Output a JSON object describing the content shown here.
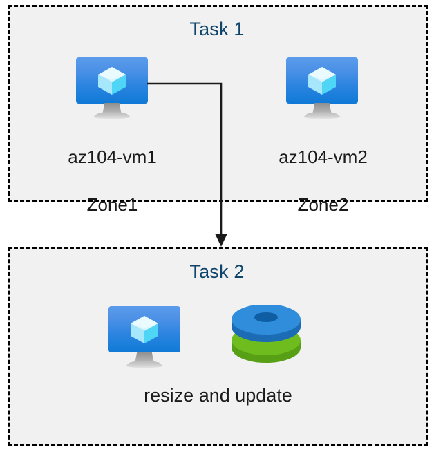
{
  "diagram": {
    "title_color": "#10456b",
    "text_color": "#1a1a1a",
    "group_fill": "#f1f1f1",
    "border_color": "#000000",
    "connector_color": "#1a1a1a",
    "groups": [
      {
        "id": "task-1",
        "title": "Task 1",
        "nodes": [
          {
            "id": "vm1",
            "icon": "virtual-machine-icon",
            "label": "az104-vm1\nZone1",
            "name_line": "az104-vm1",
            "zone_line": "Zone1"
          },
          {
            "id": "vm2",
            "icon": "virtual-machine-icon",
            "label": "az104-vm2\nZone2",
            "name_line": "az104-vm2",
            "zone_line": "Zone2"
          }
        ]
      },
      {
        "id": "task-2",
        "title": "Task 2",
        "nodes": [
          {
            "id": "vm3",
            "icon": "virtual-machine-icon",
            "label": ""
          },
          {
            "id": "disks",
            "icon": "managed-disks-icon",
            "label": ""
          }
        ],
        "caption": "resize and update"
      }
    ],
    "connector": {
      "from": "vm1",
      "to": "task-2",
      "style": "elbow-arrow"
    },
    "icon_colors": {
      "vm_screen_top": "#5b9bea",
      "vm_screen_bottom": "#0f7ad6",
      "vm_cube_top": "#d6f4fd",
      "vm_cube_left": "#a9e9fb",
      "vm_cube_right": "#50d9f8",
      "vm_stand": "#b0b0b0",
      "disk_blue": "#2f8ddb",
      "disk_blue_dark": "#1b6cb5",
      "disk_blue_hole": "#0f5ea3",
      "disk_green": "#6fbc1f",
      "disk_green_dark": "#57a015",
      "disk_green_hole": "#4f9214"
    }
  }
}
